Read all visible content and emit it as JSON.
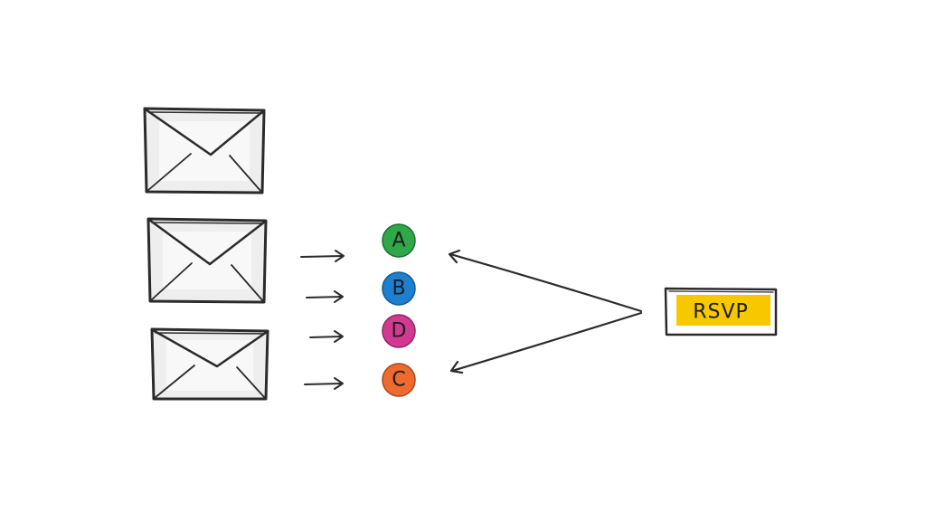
{
  "diagram": {
    "envelopes": [
      {
        "name": "envelope-1",
        "icon": "envelope-icon"
      },
      {
        "name": "envelope-2",
        "icon": "envelope-icon"
      },
      {
        "name": "envelope-3",
        "icon": "envelope-icon"
      }
    ],
    "nodes": [
      {
        "label": "A",
        "color": "#2fa84a"
      },
      {
        "label": "B",
        "color": "#1d7fcf"
      },
      {
        "label": "D",
        "color": "#d23a92"
      },
      {
        "label": "C",
        "color": "#ee6a2e"
      }
    ],
    "rsvp": {
      "label": "RSVP",
      "highlight_color": "#f7c800"
    },
    "colors": {
      "ink": "#2b2b2b",
      "envelope_shade": "#eeeeee"
    }
  }
}
